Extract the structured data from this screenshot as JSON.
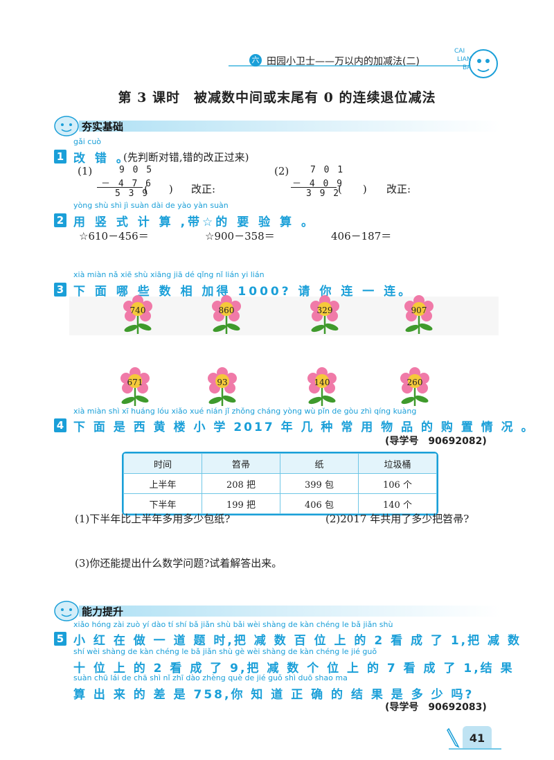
{
  "header": {
    "unit_num": "六",
    "title": "田园小卫士——万以内的加减法(二)"
  },
  "lesson_title": "第 3 课时　被减数中间或末尾有 0 的连续退位减法",
  "sections": {
    "basic": "夯实基础",
    "advanced": "能力提升"
  },
  "q1": {
    "num": "1",
    "pinyin": "gǎi cuò",
    "text": "改 错 。",
    "note": "(先判断对错,错的改正过来)",
    "p1": {
      "label": "(1)",
      "top": "9 0 5",
      "mid": "－ 4 7 6",
      "bot": "5 3 9",
      "paren": "(　　)",
      "fix": "改正:"
    },
    "p2": {
      "label": "(2)",
      "top": "7 0 1",
      "mid": "－ 4 0 9",
      "bot": "3 9 2",
      "paren": "(　　)",
      "fix": "改正:"
    }
  },
  "q2": {
    "num": "2",
    "pinyin": "yòng shù shì  jì  suàn  dài    de yào yàn suàn",
    "text": "用 竖 式 计 算 ,带☆的 要 验 算 。",
    "items": [
      "☆610－456＝",
      "☆900－358＝",
      "406－187＝"
    ]
  },
  "q3": {
    "num": "3",
    "pinyin": "xià miàn nǎ xiē shù xiāng jiā dé              qǐng nǐ  lián yi  lián",
    "text": "下 面 哪 些 数 相 加得 1000? 请 你 连 一 连。",
    "top": [
      "740",
      "860",
      "329",
      "907"
    ],
    "bottom": [
      "671",
      "93",
      "140",
      "260"
    ]
  },
  "q4": {
    "num": "4",
    "pinyin": "xià miàn shì  xī  huáng lóu xiǎo xué              nián  jǐ  zhǒng cháng yòng wù pǐn de gòu zhì qíng kuàng",
    "text": "下 面 是 西 黄 楼 小 学 2017 年 几 种 常 用 物 品 的 购 置 情 况 。",
    "guide": "(导学号　90692082)",
    "table": {
      "header": [
        "时间",
        "笤帚",
        "纸",
        "垃圾桶"
      ],
      "rows": [
        [
          "上半年",
          "208 把",
          "399 包",
          "106 个"
        ],
        [
          "下半年",
          "199 把",
          "406 包",
          "140 个"
        ]
      ]
    },
    "sub1": "(1)下半年比上半年多用多少包纸?",
    "sub2": "(2)2017 年共用了多少把笤帚?",
    "sub3": "(3)你还能提出什么数学问题?试着解答出来。"
  },
  "q5": {
    "num": "5",
    "pinyin1": "xiǎo hóng zài zuò  yí  dào  tí  shí    bǎ  jiǎn shù bǎi wèi shàng de       kàn chéng  le       bǎ  jiǎn shù",
    "line1": "小 红 在 做 一 道 题 时,把 减 数 百 位 上 的 2 看 成 了 1,把 减 数",
    "pinyin2": "shí wèi shàng de     kàn chéng  le       bǎ  jiǎn shù gè wèi shàng de       kàn chéng  le        jié guǒ",
    "line2": "十 位 上 的 2 看 成 了 9,把 减 数 个 位 上 的 7 看 成 了 1,结 果",
    "pinyin3": "suàn chū lái de chā shì              nǐ  zhī dào zhèng què de jié guǒ shì duō shao ma",
    "line3": "算 出 来 的 差 是 758,你 知 道 正 确 的 结 果 是 多 少 吗?",
    "guide": "(导学号　90692083)"
  },
  "page_number": "41",
  "colors": {
    "accent": "#1a9fd8",
    "light": "#aee0f4",
    "petal": "#f07aa8",
    "leaf": "#3f9a2c"
  }
}
